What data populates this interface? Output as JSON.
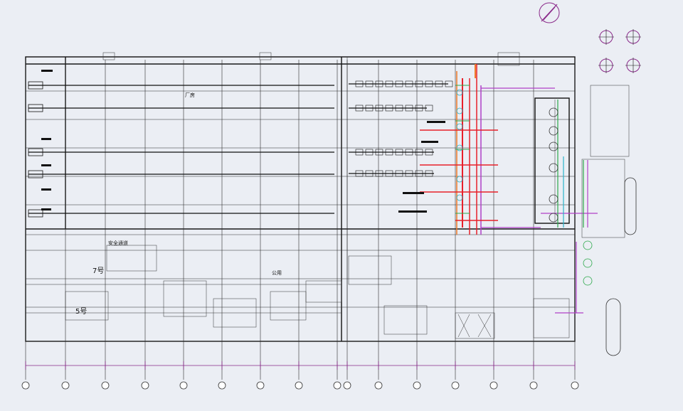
{
  "labels": {
    "room_a": "7号",
    "room_b": "5号",
    "room_c": "安全通道",
    "room_d": "公用",
    "room_e": "厂房"
  },
  "colors": {
    "background": "#ebeef4",
    "lines": "#2b2b2b",
    "dimension": "#8a2a8a",
    "pipe_red": "#e8202a",
    "pipe_purple": "#b040c8",
    "pipe_green": "#2ca84a",
    "pipe_orange": "#f07a2a",
    "pipe_cyan": "#27b3c8"
  },
  "icons": [
    "north-arrow-icon",
    "equipment-symbol-icon",
    "fan-symbol-icon"
  ]
}
